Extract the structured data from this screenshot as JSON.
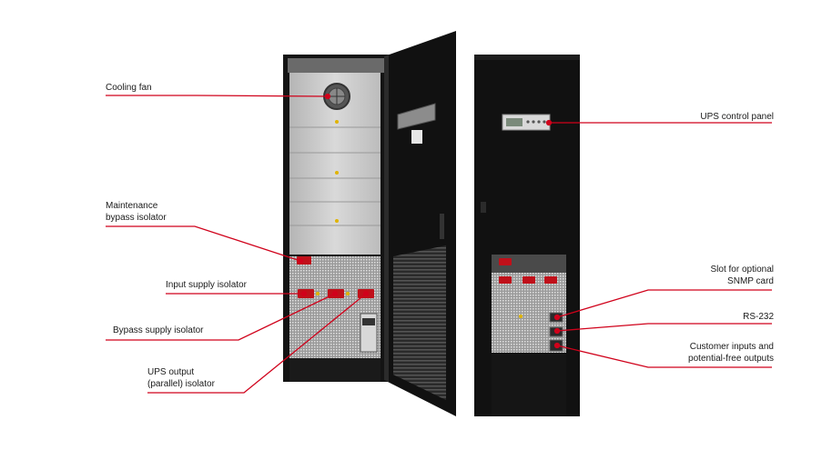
{
  "labels": {
    "cooling_fan": "Cooling fan",
    "maintenance_bypass": "Maintenance\nbypass isolator",
    "input_supply": "Input supply isolator",
    "bypass_supply": "Bypass supply isolator",
    "ups_output": "UPS output\n(parallel) isolator",
    "ups_control_panel": "UPS control panel",
    "snmp_slot": "Slot for optional\nSNMP card",
    "rs232": "RS-232",
    "customer_io": "Customer inputs and\npotential-free outputs"
  },
  "colors": {
    "callout": "#d0021b",
    "cabinet": "#111111",
    "panel": "#cfcfcf",
    "isolator": "#c0101a"
  }
}
